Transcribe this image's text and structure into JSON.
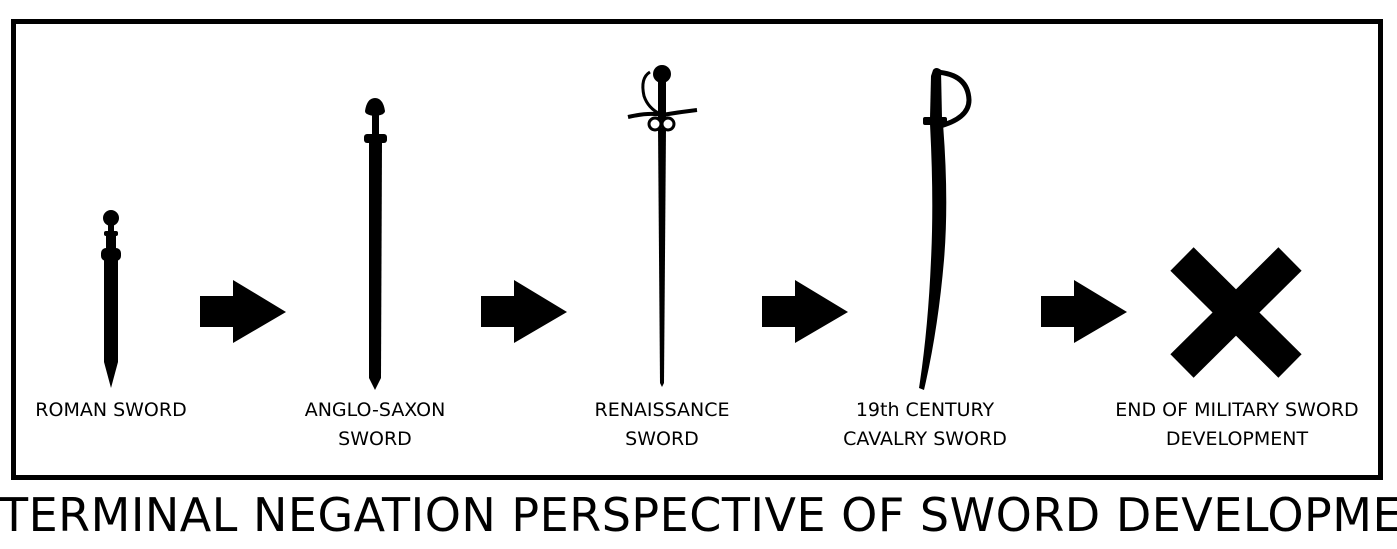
{
  "title": "TERMINAL NEGATION PERSPECTIVE OF SWORD DEVELOPMENT",
  "stages": [
    {
      "label": "ROMAN SWORD",
      "icon": "roman-sword-icon"
    },
    {
      "label": "ANGLO-SAXON\nSWORD",
      "icon": "anglo-saxon-sword-icon"
    },
    {
      "label": "RENAISSANCE\nSWORD",
      "icon": "renaissance-sword-icon"
    },
    {
      "label": "19th CENTURY\nCAVALRY SWORD",
      "icon": "cavalry-sword-icon"
    },
    {
      "label": "END OF MILITARY SWORD\nDEVELOPMENT",
      "icon": "x-mark-icon"
    }
  ],
  "colors": {
    "ink": "#000000",
    "background": "#ffffff"
  }
}
